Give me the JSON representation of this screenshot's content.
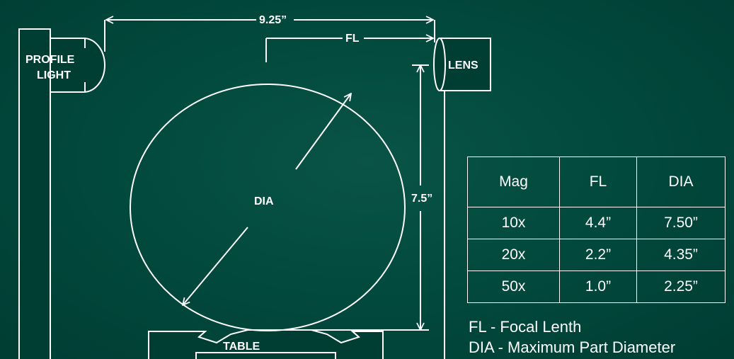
{
  "labels": {
    "profile_light_line1": "PROFILE",
    "profile_light_line2": "LIGHT",
    "lens": "LENS",
    "dia": "DIA",
    "table": "TABLE",
    "top_dimension": "9.25”",
    "fl": "FL",
    "vertical_dimension": "7.5”"
  },
  "mag_table": {
    "headers": [
      "Mag",
      "FL",
      "DIA"
    ],
    "rows": [
      [
        "10x",
        "4.4”",
        "7.50”"
      ],
      [
        "20x",
        "2.2”",
        "4.35”"
      ],
      [
        "50x",
        "1.0”",
        "2.25”"
      ]
    ]
  },
  "legend": {
    "line1": "FL - Focal Lenth",
    "line2": "DIA - Maximum Part Diameter"
  },
  "colors": {
    "background": "#004438",
    "line": "#ffffff"
  }
}
